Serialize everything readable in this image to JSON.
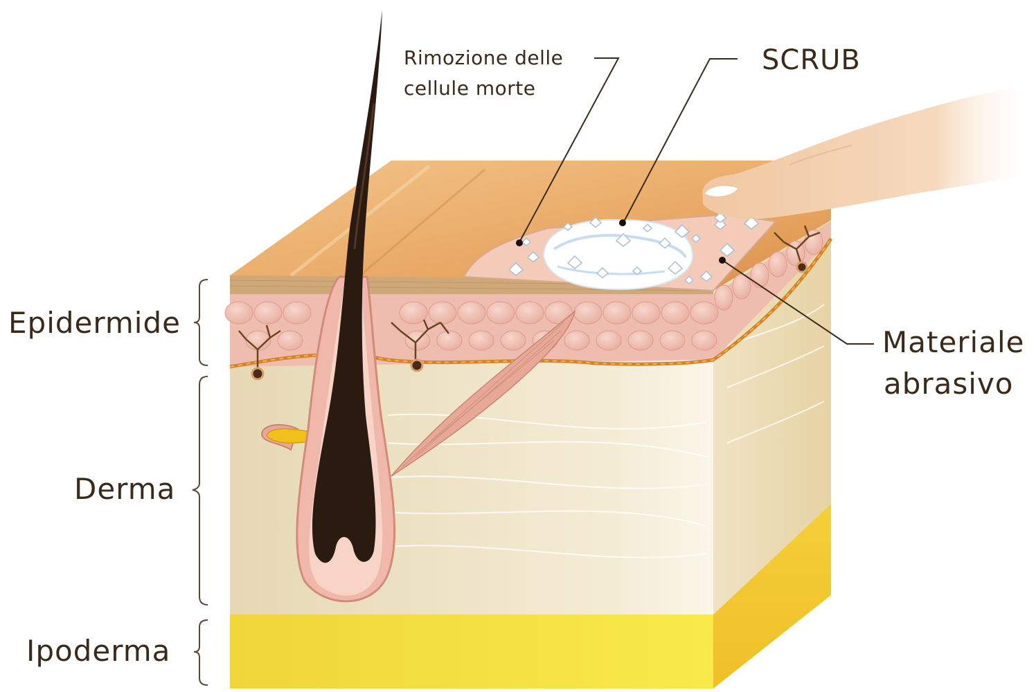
{
  "labels": {
    "epidermis": "Epidermide",
    "dermis": "Derma",
    "hypodermis": "Ipoderma",
    "dead_cells_line1": "Rimozione delle",
    "dead_cells_line2": "cellule morte",
    "scrub": "SCRUB",
    "abrasive_line1": "Materiale",
    "abrasive_line2": "abrasivo"
  },
  "colors": {
    "text": "#3a2a1c",
    "hair": "#2a1a10",
    "skin_top": "#e9a865",
    "epidermis": "#f0c3b6",
    "dermis": "#efe4c8",
    "hypodermis": "#f6e040",
    "finger": "#f3cda9",
    "scrub": "#ffffff"
  }
}
